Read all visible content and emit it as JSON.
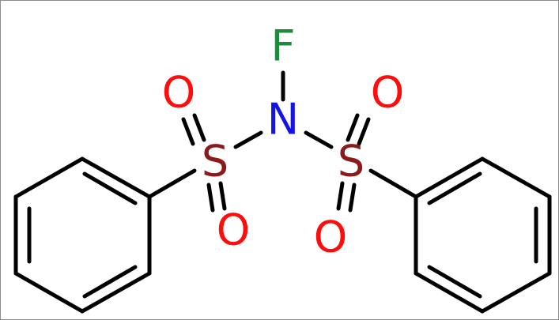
{
  "molecule": {
    "atoms": {
      "fluorine": {
        "symbol": "F",
        "color": "#1f8a3f"
      },
      "nitrogen": {
        "symbol": "N",
        "color": "#1414e6"
      },
      "sulfur_left": {
        "symbol": "S",
        "color": "#8b1a1a"
      },
      "sulfur_right": {
        "symbol": "S",
        "color": "#8b1a1a"
      },
      "oxygen_left_top": {
        "symbol": "O",
        "color": "#ff0d0d"
      },
      "oxygen_left_bottom": {
        "symbol": "O",
        "color": "#ff0d0d"
      },
      "oxygen_right_top": {
        "symbol": "O",
        "color": "#ff0d0d"
      },
      "oxygen_right_bottom": {
        "symbol": "O",
        "color": "#ff0d0d"
      }
    },
    "bond_color": "#000000",
    "frame_color": "#8c8c8c"
  }
}
